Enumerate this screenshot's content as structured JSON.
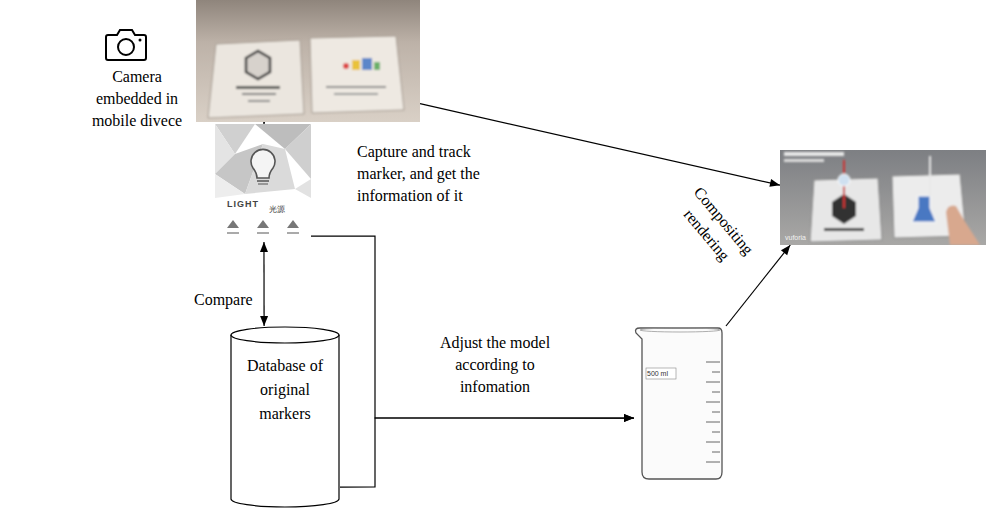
{
  "diagram": {
    "nodes": [
      {
        "text": [
          "Camera embedded in mobile divece"
        ]
      },
      {
        "text": [
          "LIGHT",
          "光源"
        ]
      },
      {
        "text": [
          "Database of original markers"
        ]
      },
      {
        "text": [
          "500 ml"
        ]
      },
      {
        "text": [
          "vuforia"
        ]
      }
    ],
    "edges": [
      {
        "from": 0,
        "to": 1,
        "arrow": "to",
        "label": "Capture and track marker, and get the information of it"
      },
      {
        "from": 0,
        "to": 4,
        "arrow": "to"
      },
      {
        "from": 1,
        "to": 2,
        "arrow": "both",
        "label": "Compare"
      },
      {
        "from": 1,
        "to": 3,
        "arrow": "to",
        "label": "Adjust the model according to infomation"
      },
      {
        "from": 2,
        "to": 3,
        "arrow": "to"
      },
      {
        "from": 3,
        "to": 4,
        "arrow": "to",
        "label": "Compositing rendering"
      }
    ]
  }
}
